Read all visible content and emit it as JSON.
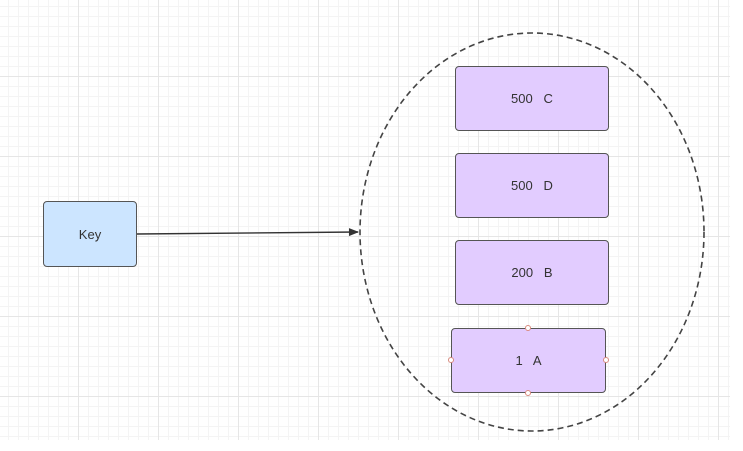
{
  "diagram": {
    "key_label": "Key",
    "items": [
      {
        "label": "500   C"
      },
      {
        "label": "500   D"
      },
      {
        "label": "200   B"
      },
      {
        "label": "1   A",
        "selected": true
      }
    ]
  },
  "colors": {
    "key_fill": "#cce5ff",
    "item_fill": "#e2ccff",
    "stroke": "#555555",
    "handle_stroke": "#d98a7e",
    "grid_line": "#e6e6e6"
  }
}
